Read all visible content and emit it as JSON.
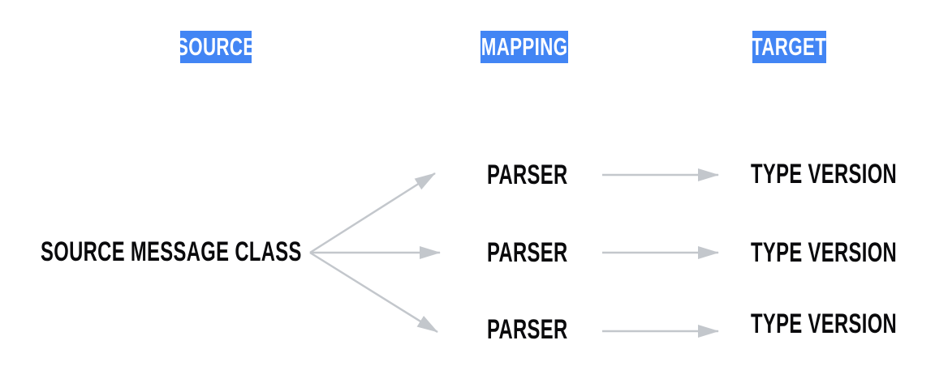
{
  "diagram": {
    "headers": {
      "source": "SOURCE",
      "mapping": "MAPPING",
      "target": "TARGET"
    },
    "source_node": "SOURCE MESSAGE CLASS",
    "rows": [
      {
        "parser": "PARSER",
        "target": "TYPE VERSION"
      },
      {
        "parser": "PARSER",
        "target": "TYPE VERSION"
      },
      {
        "parser": "PARSER",
        "target": "TYPE VERSION"
      }
    ],
    "colors": {
      "header_bg": "#4285F4",
      "header_text": "#FFFFFF",
      "node_text": "#0A0A0C",
      "arrow": "#C3C7CC"
    }
  }
}
